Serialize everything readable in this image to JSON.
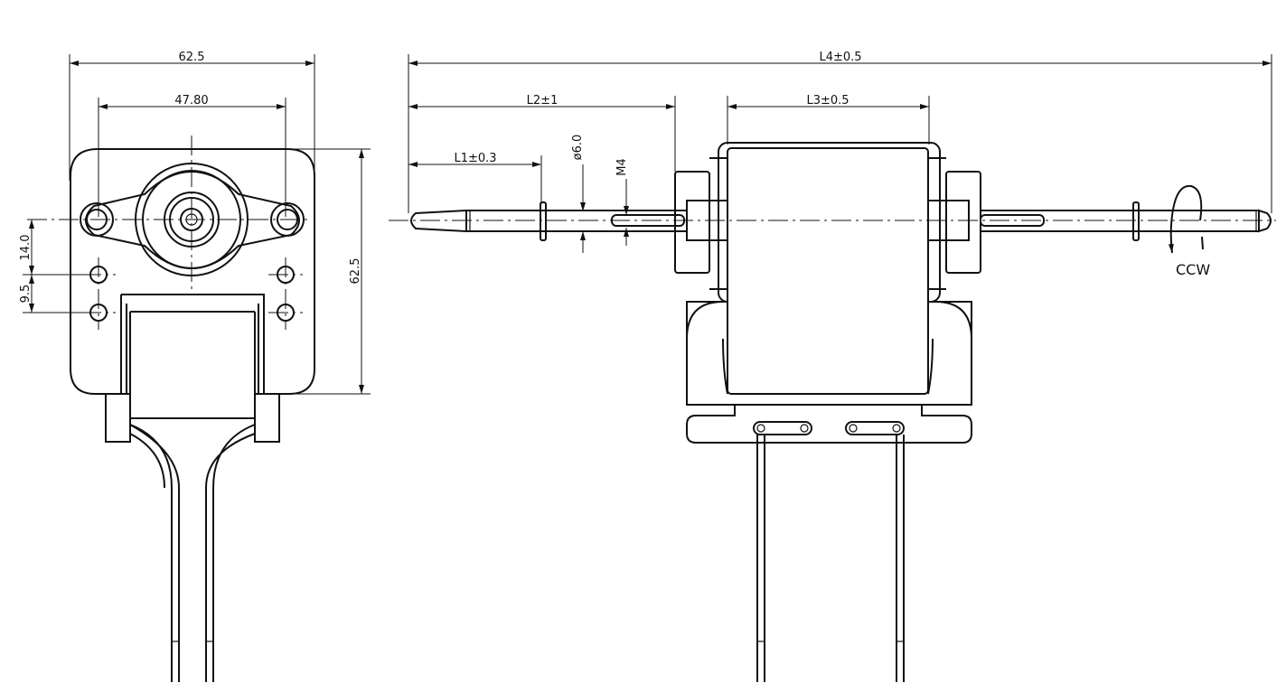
{
  "front_view": {
    "width_label": "62.5",
    "hole_spacing_label": "47.80",
    "height_label": "62.5",
    "vertical_offset_label": "14.0",
    "hole_pitch_label": "9.5"
  },
  "side_view": {
    "total_length_label": "L4±0.5",
    "shaft_length_label": "L2±1",
    "shaft_tip_label": "L1±0.3",
    "stack_length_label": "L3±0.5",
    "shaft_diameter_label": "ø6.0",
    "thread_label": "M4",
    "rotation_label": "CCW"
  }
}
